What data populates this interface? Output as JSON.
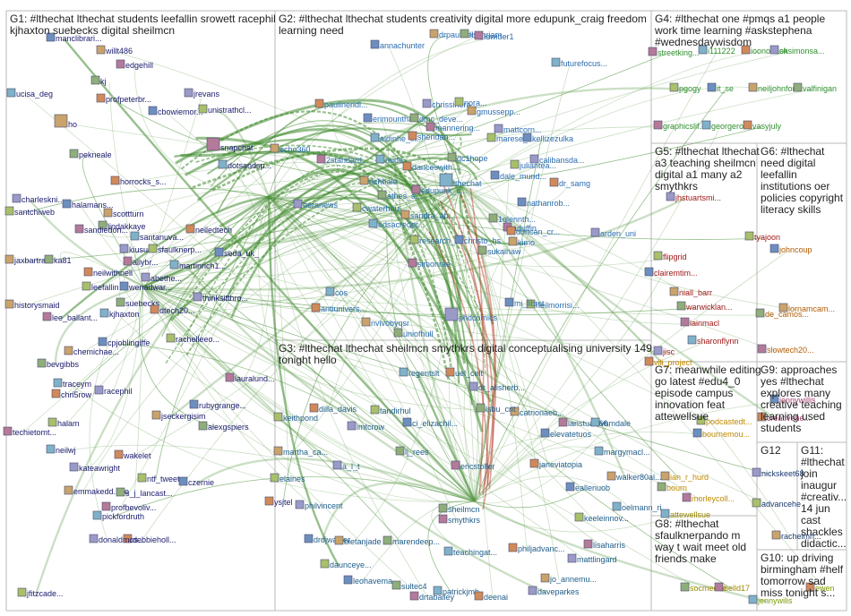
{
  "groups": [
    {
      "id": "G1",
      "lines": [
        "G1: #lthechat lthechat students leefallin srowett racephil",
        "kjhaxton suebecks digital sheilmcn"
      ]
    },
    {
      "id": "G2",
      "lines": [
        "G2: #lthechat lthechat students creativity digital more edupunk_craig freedom",
        "learning need"
      ]
    },
    {
      "id": "G3",
      "lines": [
        "G3: #lthechat lthechat sheilmcn smythkrs digital conceptualising university 149",
        "tonight hello"
      ]
    },
    {
      "id": "G4",
      "lines": [
        "G4: #lthechat one #pmqs a1 people",
        "work time learning #askstephena",
        "#wednesdaywisdom"
      ]
    },
    {
      "id": "G5",
      "lines": [
        "G5: #lthechat lthechat",
        "a3 teaching sheilmcn",
        "digital a1 many a2",
        "smythkrs"
      ]
    },
    {
      "id": "G6",
      "lines": [
        "G6: #lthechat",
        "need digital",
        "leefallin",
        "institutions oer",
        "policies copyright",
        "literacy skills"
      ]
    },
    {
      "id": "G7",
      "lines": [
        "G7: meanwhile editing",
        "go latest #edu4_0",
        "episode campus",
        "innovation feat",
        "attewellsue"
      ]
    },
    {
      "id": "G8",
      "lines": [
        "G8: #lthechat",
        "sfaulknerpando m",
        "way t wait meet old",
        "friends make"
      ]
    },
    {
      "id": "G9",
      "lines": [
        "G9: approaches",
        "yes #lthechat",
        "explores many",
        "creative teaching",
        "learning used",
        "students"
      ]
    },
    {
      "id": "G10",
      "lines": [
        "G10: up driving",
        "birmingham #helf",
        "tomorrow sad",
        "miss tonight s..."
      ]
    },
    {
      "id": "G11",
      "lines": [
        "G11:",
        "#lthechat",
        "join",
        "inaugur",
        "#creativ...",
        "14 jun",
        "cast",
        "shackles",
        "didactic..."
      ]
    },
    {
      "id": "G12",
      "lines": [
        "G12"
      ]
    }
  ],
  "nodes": [
    {
      "label": "manclibrari..."
    },
    {
      "label": "willt486"
    },
    {
      "label": "kj"
    },
    {
      "label": "edgehill"
    },
    {
      "label": "ucisa_deg"
    },
    {
      "label": "profpeterbr..."
    },
    {
      "label": "jrevans"
    },
    {
      "label": "unistrathcl..."
    },
    {
      "label": "cbowiemor..."
    },
    {
      "label": "ho"
    },
    {
      "label": "pekneale"
    },
    {
      "label": "snapchat"
    },
    {
      "label": "dotsandsp..."
    },
    {
      "label": "horrocks_s..."
    },
    {
      "label": "charleskni..."
    },
    {
      "label": "santchiweb"
    },
    {
      "label": "halamans..."
    },
    {
      "label": "scottturn"
    },
    {
      "label": "lindakkaye"
    },
    {
      "label": "sandiedon..."
    },
    {
      "label": "santanuva..."
    },
    {
      "label": "neiledtech"
    },
    {
      "label": "kiusum"
    },
    {
      "label": "sfaulknerp..."
    },
    {
      "label": "seda_uk_"
    },
    {
      "label": "jaxbartram"
    },
    {
      "label": "ka81"
    },
    {
      "label": "allybr..."
    },
    {
      "label": "martinrich1..."
    },
    {
      "label": "neilwithnell"
    },
    {
      "label": "abethe..."
    },
    {
      "label": "leefallin"
    },
    {
      "label": "wenadwar..."
    },
    {
      "label": "historysmaid"
    },
    {
      "label": "suebecks"
    },
    {
      "label": "lee_ballant..."
    },
    {
      "label": "kjhaxton"
    },
    {
      "label": "dtech20..."
    },
    {
      "label": "thinksitthro..."
    },
    {
      "label": "rachelleeo..."
    },
    {
      "label": "cpjoblingiffe"
    },
    {
      "label": "chemichae..."
    },
    {
      "label": "bevgibbs"
    },
    {
      "label": "lauralund..."
    },
    {
      "label": "traceym"
    },
    {
      "label": "chri5row"
    },
    {
      "label": "racephil"
    },
    {
      "label": "halam"
    },
    {
      "label": "rubygrange..."
    },
    {
      "label": "jseckergisim"
    },
    {
      "label": "alexgspiers"
    },
    {
      "label": "techietomt..."
    },
    {
      "label": "neilwj"
    },
    {
      "label": "wakelet"
    },
    {
      "label": "kateawright"
    },
    {
      "label": "ntf_tweet"
    },
    {
      "label": "czernie"
    },
    {
      "label": "emmakedd...oo"
    },
    {
      "label": "s_j_lancast..."
    },
    {
      "label": "profbevoliv..."
    },
    {
      "label": "pickfordruth"
    },
    {
      "label": "debbieholl..."
    },
    {
      "label": "donaldmos..."
    },
    {
      "label": "jfitzcade..."
    },
    {
      "label": "annachunter"
    },
    {
      "label": "drpaulkiel..."
    },
    {
      "label": "lisonrjam..."
    },
    {
      "label": "lewider1"
    },
    {
      "label": "futurefocus..."
    },
    {
      "label": "paulineridl..."
    },
    {
      "label": "chrissinera..."
    },
    {
      "label": "nora..."
    },
    {
      "label": "erimountha..."
    },
    {
      "label": "gmussepp..."
    },
    {
      "label": "dmc_deve..."
    },
    {
      "label": "mannering..."
    },
    {
      "label": "aldinhe_lh..."
    },
    {
      "label": "sheridan..."
    },
    {
      "label": "mattcorn..."
    },
    {
      "label": "marese_c..."
    },
    {
      "label": "kellizezulka"
    },
    {
      "label": "echo360"
    },
    {
      "label": "qc1hope"
    },
    {
      "label": "2standard..."
    },
    {
      "label": "raide..."
    },
    {
      "label": "danceswith..."
    },
    {
      "label": "calibansda..."
    },
    {
      "label": "juliantea..."
    },
    {
      "label": "dale_mund..."
    },
    {
      "label": "richbale"
    },
    {
      "label": "athes_s..."
    },
    {
      "label": "edupunk_c..."
    },
    {
      "label": "lthechat"
    },
    {
      "label": "dr_samg"
    },
    {
      "label": "beranews"
    },
    {
      "label": "cwaterhou..."
    },
    {
      "label": "nathanrob..."
    },
    {
      "label": "sandra_ab..."
    },
    {
      "label": "1glennth..."
    },
    {
      "label": "aduffin"
    },
    {
      "label": "edsacredpr..."
    },
    {
      "label": "duncan_cr..."
    },
    {
      "label": "arden_uni"
    },
    {
      "label": "research_ft..."
    },
    {
      "label": "christo_hs"
    },
    {
      "label": "kimo"
    },
    {
      "label": "sukainaw"
    },
    {
      "label": "simonrae"
    },
    {
      "label": "cos"
    },
    {
      "label": "antiunivers..."
    },
    {
      "label": "phdcomics"
    },
    {
      "label": "neilmorrisi..."
    },
    {
      "label": "mi_librst"
    },
    {
      "label": "nvivobyqsr"
    },
    {
      "label": "uniofhull"
    },
    {
      "label": "streetking..."
    },
    {
      "label": "i111222"
    },
    {
      "label": "ioonohash"
    },
    {
      "label": "oksimonsa..."
    },
    {
      "label": "pgogy"
    },
    {
      "label": "it_se"
    },
    {
      "label": "neiljohnford"
    },
    {
      "label": "valfinigan"
    },
    {
      "label": "graphicslif..."
    },
    {
      "label": "georgerob..."
    },
    {
      "label": "vasyjuly"
    },
    {
      "label": "jhstuartsmi..."
    },
    {
      "label": "flipgrid"
    },
    {
      "label": "clairemtim..."
    },
    {
      "label": "niall_barr"
    },
    {
      "label": "warwicklan..."
    },
    {
      "label": "iainmacl"
    },
    {
      "label": "sharonflynn"
    },
    {
      "label": "vili_project"
    },
    {
      "label": "jisc"
    },
    {
      "label": "tyajoon"
    },
    {
      "label": "johncoup"
    },
    {
      "label": "lornamcam..."
    },
    {
      "label": "de_camos..."
    },
    {
      "label": "slowtech20..."
    },
    {
      "label": "regentslt"
    },
    {
      "label": "uel_celt"
    },
    {
      "label": "dr_alisherb..."
    },
    {
      "label": "tandirhul"
    },
    {
      "label": "ci_elizachil..."
    },
    {
      "label": "catrionaeb..."
    },
    {
      "label": "lsbu_crit"
    },
    {
      "label": "ianstuart66"
    },
    {
      "label": "vhmdale"
    },
    {
      "label": "dilla_davis"
    },
    {
      "label": "imtcrow"
    },
    {
      "label": "keithpond"
    },
    {
      "label": "elevatetuos"
    },
    {
      "label": "martha_ca..."
    },
    {
      "label": "lj_rees"
    },
    {
      "label": "ericstoller"
    },
    {
      "label": "margymacl..."
    },
    {
      "label": "janeviatopia"
    },
    {
      "label": "a_l_t"
    },
    {
      "label": "elaines"
    },
    {
      "label": "eallenuob"
    },
    {
      "label": "walker80al..."
    },
    {
      "label": "sheilmcn"
    },
    {
      "label": "smythkrs"
    },
    {
      "label": "oelmann_ri..."
    },
    {
      "label": "ysjtel"
    },
    {
      "label": "philvincent"
    },
    {
      "label": "keeleinnov..."
    },
    {
      "label": "drdjwalker"
    },
    {
      "label": "bietanjade"
    },
    {
      "label": "marendeep..."
    },
    {
      "label": "lisaharris"
    },
    {
      "label": "teachingat..."
    },
    {
      "label": "philjadvanc..."
    },
    {
      "label": "mattlingard"
    },
    {
      "label": "daunceye..."
    },
    {
      "label": "leohavema..."
    },
    {
      "label": "jo_annemu..."
    },
    {
      "label": "sultec4"
    },
    {
      "label": "drtabailey"
    },
    {
      "label": "patrickjmb"
    },
    {
      "label": "deenai"
    },
    {
      "label": "daveparkes"
    },
    {
      "label": "podcastedt..."
    },
    {
      "label": "bournemou..."
    },
    {
      "label": "ian_r_hurd"
    },
    {
      "label": "bourn"
    },
    {
      "label": "morleycoll..."
    },
    {
      "label": "attewellsue"
    },
    {
      "label": "creativehe..."
    },
    {
      "label": "nickskeet68"
    },
    {
      "label": "advancehe"
    },
    {
      "label": "jennywillis"
    },
    {
      "label": "rachelmh..."
    },
    {
      "label": "socmedhe"
    },
    {
      "label": "belld17"
    },
    {
      "label": "jennywilis"
    },
    {
      "label": "ewen"
    }
  ]
}
